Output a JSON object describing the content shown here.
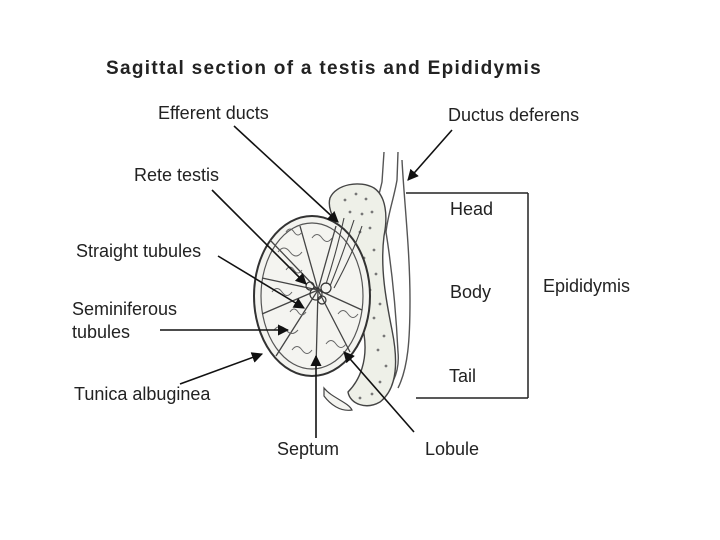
{
  "title": "Sagittal section of a testis and Epididymis",
  "labels": {
    "efferent_ducts": "Efferent ducts",
    "ductus_deferens": "Ductus deferens",
    "rete_testis": "Rete testis",
    "straight_tubules": "Straight tubules",
    "seminiferous_line1": "Seminiferous",
    "seminiferous_line2": "tubules",
    "tunica_albuginea": "Tunica albuginea",
    "septum": "Septum",
    "lobule": "Lobule",
    "head": "Head",
    "body": "Body",
    "tail": "Tail",
    "epididymis": "Epididymis"
  }
}
